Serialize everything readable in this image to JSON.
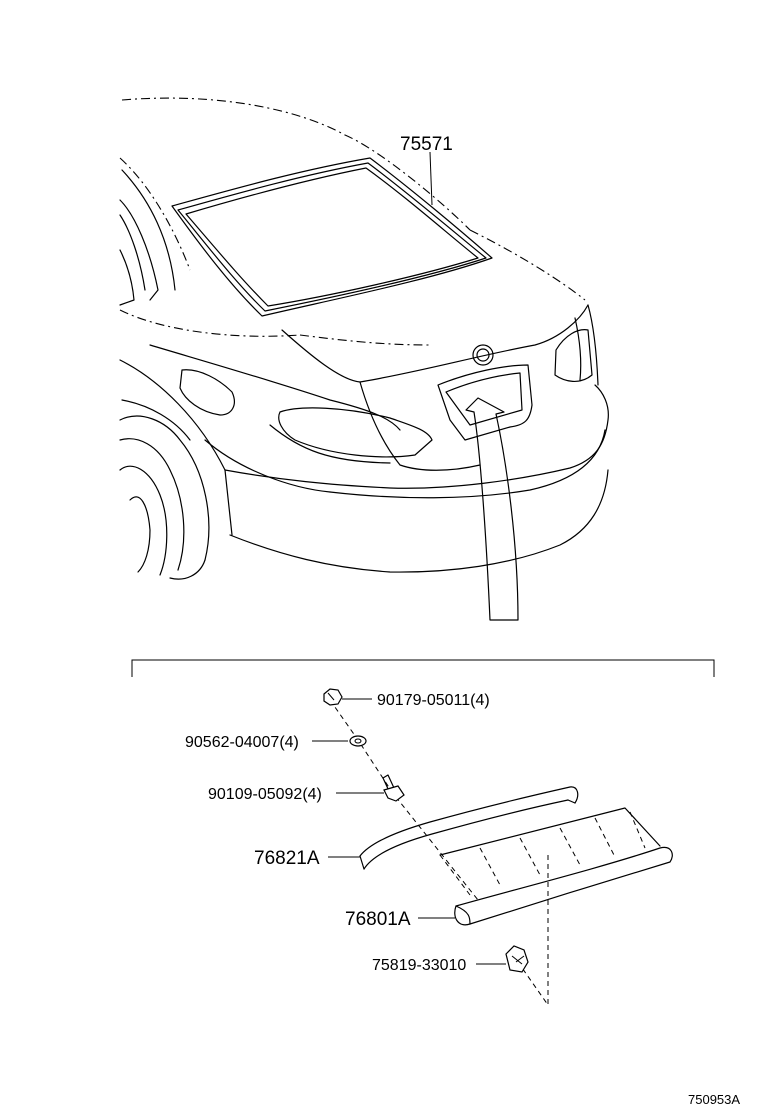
{
  "diagram": {
    "colors": {
      "line": "#000000",
      "background": "#ffffff"
    },
    "labels": {
      "weatherstrip": "75571",
      "nut": "90179-05011(4)",
      "washer": "90562-04007(4)",
      "bolt": "90109-05092(4)",
      "moulding": "76821A",
      "garnish": "76801A",
      "clip": "75819-33010",
      "figure_code": "750953A"
    }
  }
}
